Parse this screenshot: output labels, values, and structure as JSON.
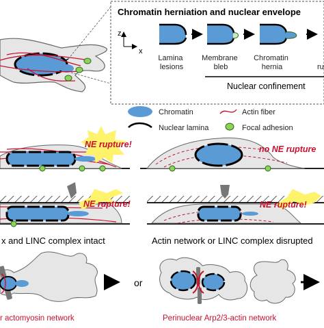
{
  "inset": {
    "title": "Chromatin herniation and nuclear envelope",
    "axis_z": "z",
    "axis_x": "x",
    "steps": [
      "Lamina lesions",
      "Membrane bleb",
      "Chromatin hernia",
      "ru"
    ],
    "step_lines": [
      [
        "Lamina",
        "lesions"
      ],
      [
        "Membrane",
        "bleb"
      ],
      [
        "Chromatin",
        "hernia"
      ],
      [
        "ru"
      ]
    ],
    "confinement_label": "Nuclear confinement"
  },
  "legend": {
    "chromatin": "Chromatin",
    "actin_fiber": "Actin fiber",
    "nuclear_lamina": "Nuclear lamina",
    "focal_adhesion": "Focal adhesion"
  },
  "panels": {
    "left_top_badge": "NE rupture!",
    "right_top_badge": "no NE rupture",
    "left_bottom_badge": "NE rupture!",
    "right_bottom_badge": "NE rupture!",
    "left_caption": "x and LINC complex intact",
    "right_caption": "Actin network or LINC complex disrupted",
    "or_text": "or",
    "left_network_caption": "r actomyosin network",
    "right_network_caption": "Perinuclear Arp2/3-actin network"
  },
  "colors": {
    "chromatin": "#5b9bd5",
    "actin": "#c8102e",
    "focal": "#8fd15c",
    "cell_fill": "#e6e6e6",
    "badge": "#fff36b"
  }
}
